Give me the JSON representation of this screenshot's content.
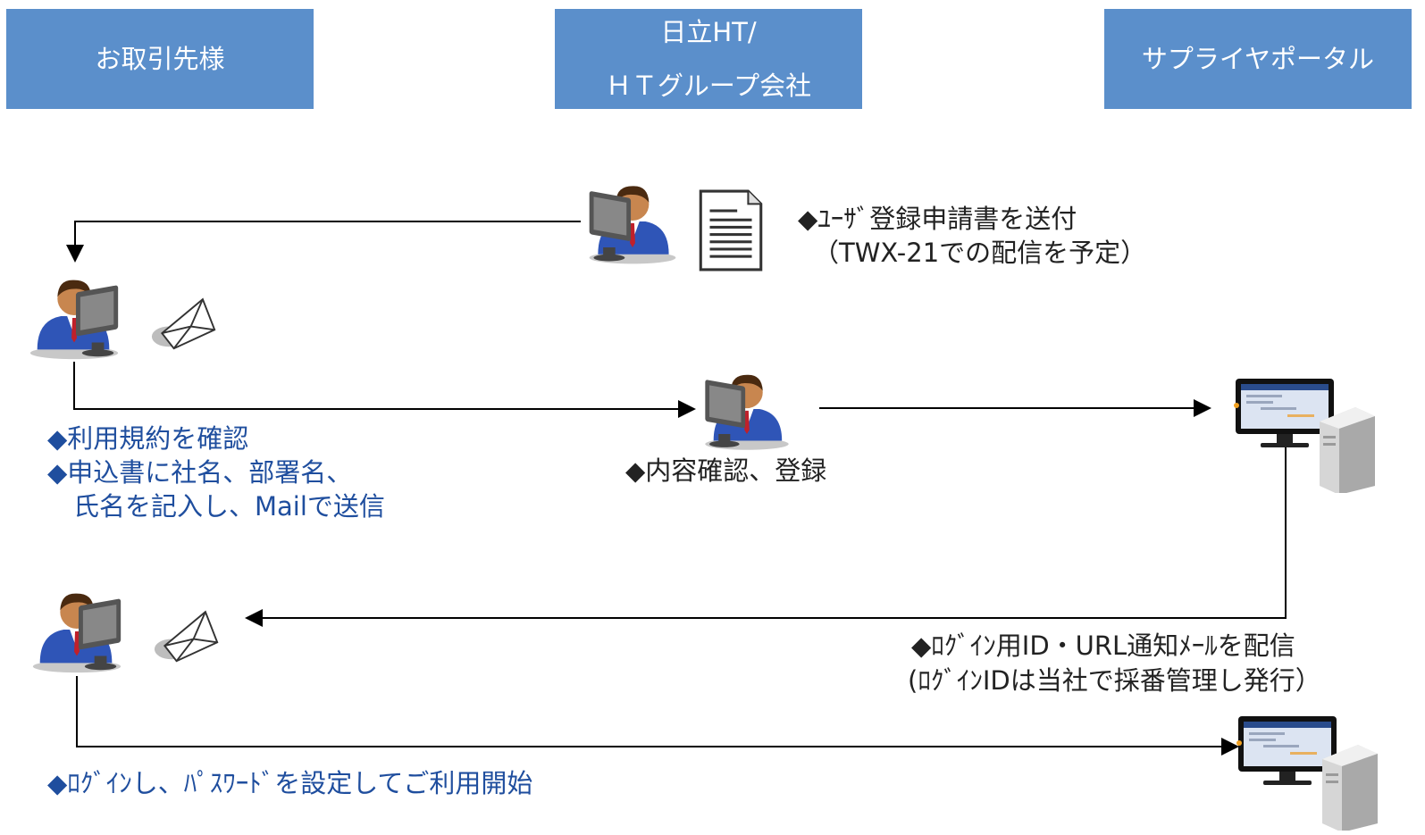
{
  "lanes": {
    "customer": "お取引先様",
    "hitachi_line1": "日立HT/",
    "hitachi_line2": "ＨＴグループ会社",
    "portal": "サプライヤポータル"
  },
  "steps": {
    "send_form_line1": "◆ﾕｰｻﾞ登録申請書を送付",
    "send_form_line2": "（TWX-21での配信を予定）",
    "customer_line1": "◆利用規約を確認",
    "customer_line2": "◆申込書に社名、部署名、",
    "customer_line3": "氏名を記入し、Mailで送信",
    "register": "◆内容確認、登録",
    "notify_line1": "◆ﾛｸﾞｲﾝ用ID・URL通知ﾒｰﾙを配信",
    "notify_line2": "(ﾛｸﾞｲﾝIDは当社で採番管理し発行）",
    "login": "◆ﾛｸﾞｲﾝし、ﾊﾟｽﾜｰﾄﾞを設定してご利用開始"
  },
  "colors": {
    "header_bg": "#5B8FCB",
    "header_text": "#FFFFFF",
    "customer_text": "#1F4E9E",
    "body_text": "#222222",
    "line": "#000000"
  },
  "icons": [
    "person-at-computer-icon",
    "document-icon",
    "envelope-icon",
    "server-monitor-icon"
  ]
}
